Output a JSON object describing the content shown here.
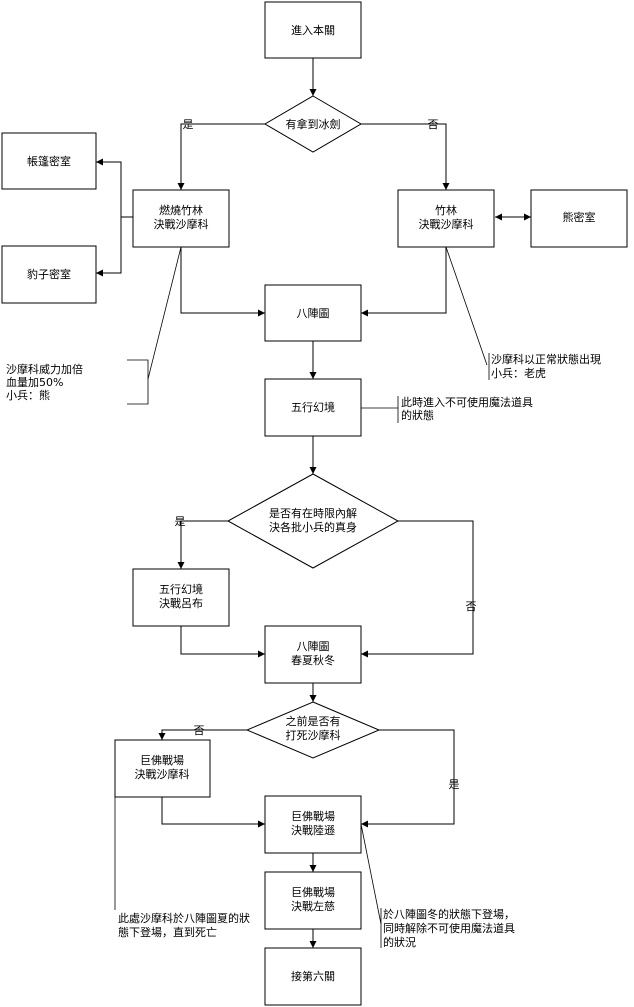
{
  "nodes": {
    "enter": [
      "進入本關"
    ],
    "q_sword": [
      "有拿到冰劍"
    ],
    "burn": [
      "燃燒竹林",
      "決戰沙摩科"
    ],
    "bamboo": [
      "竹林",
      "決戰沙摩科"
    ],
    "tent_room": [
      "帳篷密室"
    ],
    "leopard_room": [
      "豹子密室"
    ],
    "bear_room": [
      "熊密室"
    ],
    "bazhen1": [
      "八陣圖"
    ],
    "wuxing1": [
      "五行幻境"
    ],
    "q_time": [
      "是否有在時限內解",
      "決各批小兵的真身"
    ],
    "wuxing_lubu": [
      "五行幻境",
      "決戰呂布"
    ],
    "bazhen2": [
      "八陣圖",
      "春夏秋冬"
    ],
    "q_killed": [
      "之前是否有",
      "打死沙摩科"
    ],
    "buddha_sha": [
      "巨佛戰場",
      "決戰沙摩科"
    ],
    "buddha_lu": [
      "巨佛戰場",
      "決戰陸遜"
    ],
    "buddha_zuo": [
      "巨佛戰場",
      "決戰左慈"
    ],
    "next": [
      "接第六關"
    ]
  },
  "edge_labels": {
    "sword_yes": "是",
    "sword_no": "否",
    "time_yes": "是",
    "time_no": "否",
    "killed_no": "否",
    "killed_yes": "是"
  },
  "notes": {
    "burn_note": [
      "沙摩科威力加倍",
      "血量加50%",
      "小兵：熊"
    ],
    "bamboo_note": [
      "沙摩科以正常狀態出現",
      "小兵：老虎"
    ],
    "wuxing_note": [
      "此時進入不可使用魔法道具",
      "的狀態"
    ],
    "sha_note": [
      "此處沙摩科於八陣圖夏的狀",
      "態下登場，直到死亡"
    ],
    "lu_note": [
      "於八陣圖冬的狀態下登場，",
      "同時解除不可使用魔法道具",
      "的狀況"
    ]
  }
}
